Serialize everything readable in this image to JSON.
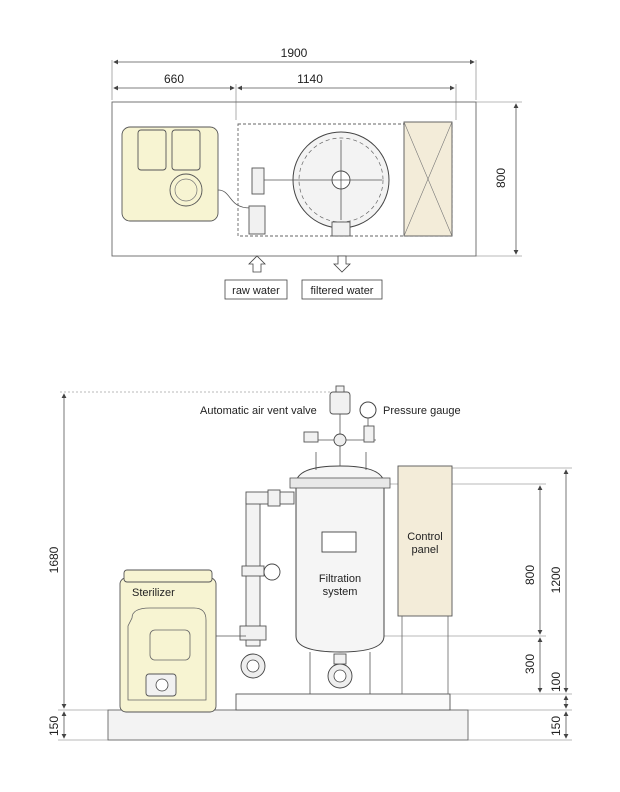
{
  "dimensions": {
    "total_width": "1900",
    "left_width": "660",
    "right_width": "1140",
    "depth": "800",
    "total_height": "1680",
    "base_left": "150",
    "base_right": "150",
    "panel_height": "1200",
    "filter_body": "800",
    "filter_leg": "300",
    "top_offset": "100"
  },
  "labels": {
    "raw_water": "raw water",
    "filtered_water": "filtered water",
    "air_vent": "Automatic air vent valve",
    "pressure_gauge": "Pressure gauge",
    "control_panel_1": "Control",
    "control_panel_2": "panel",
    "filtration_1": "Filtration",
    "filtration_2": "system",
    "sterilizer": "Sterilizer"
  }
}
